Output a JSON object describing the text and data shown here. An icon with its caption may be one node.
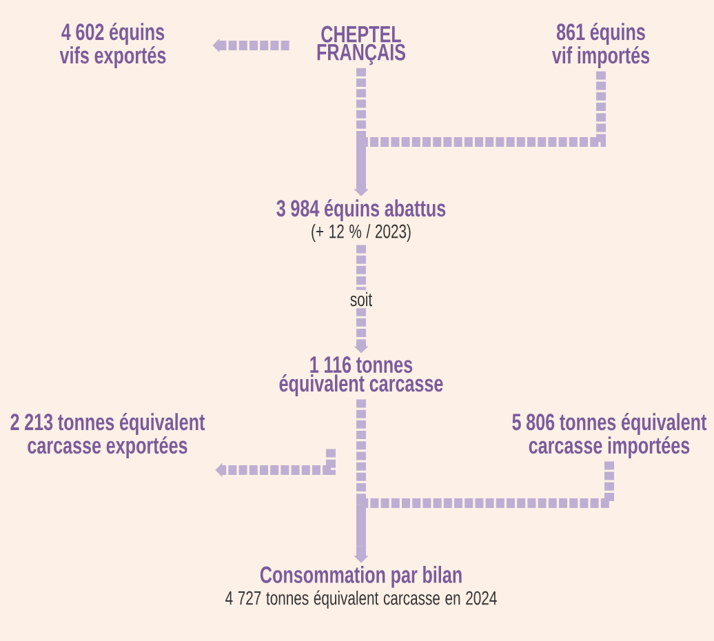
{
  "diagram": {
    "nodes": [
      {
        "text": [
          "CHEPTEL FRANÇAIS"
        ]
      },
      {
        "text": [
          "4 602 équins vifs exportés"
        ]
      },
      {
        "text": [
          "861 équins vif importés"
        ]
      },
      {
        "text": [
          "3 984 équins abattus",
          "(+ 12 % / 2023)"
        ]
      },
      {
        "text": [
          "1 116 tonnes équivalent carcasse"
        ]
      },
      {
        "text": [
          "2 213 tonnes équivalent carcasse exportées"
        ]
      },
      {
        "text": [
          "5 806 tonnes équivalent carcasse importées"
        ]
      },
      {
        "text": [
          "Consommation par bilan",
          "4 727 tonnes équivalent carcasse en 2024"
        ]
      }
    ],
    "edges": [
      {
        "from": 0,
        "to": 1,
        "arrow": "to"
      },
      {
        "from": 0,
        "to": 3,
        "arrow": "to"
      },
      {
        "from": 2,
        "to": 3,
        "arrow": "to"
      },
      {
        "from": 3,
        "to": 4,
        "arrow": "to",
        "label": "soit"
      },
      {
        "from": 4,
        "to": 5,
        "arrow": "to"
      },
      {
        "from": 4,
        "to": 7,
        "arrow": "to"
      },
      {
        "from": 6,
        "to": 7,
        "arrow": "to"
      }
    ]
  }
}
